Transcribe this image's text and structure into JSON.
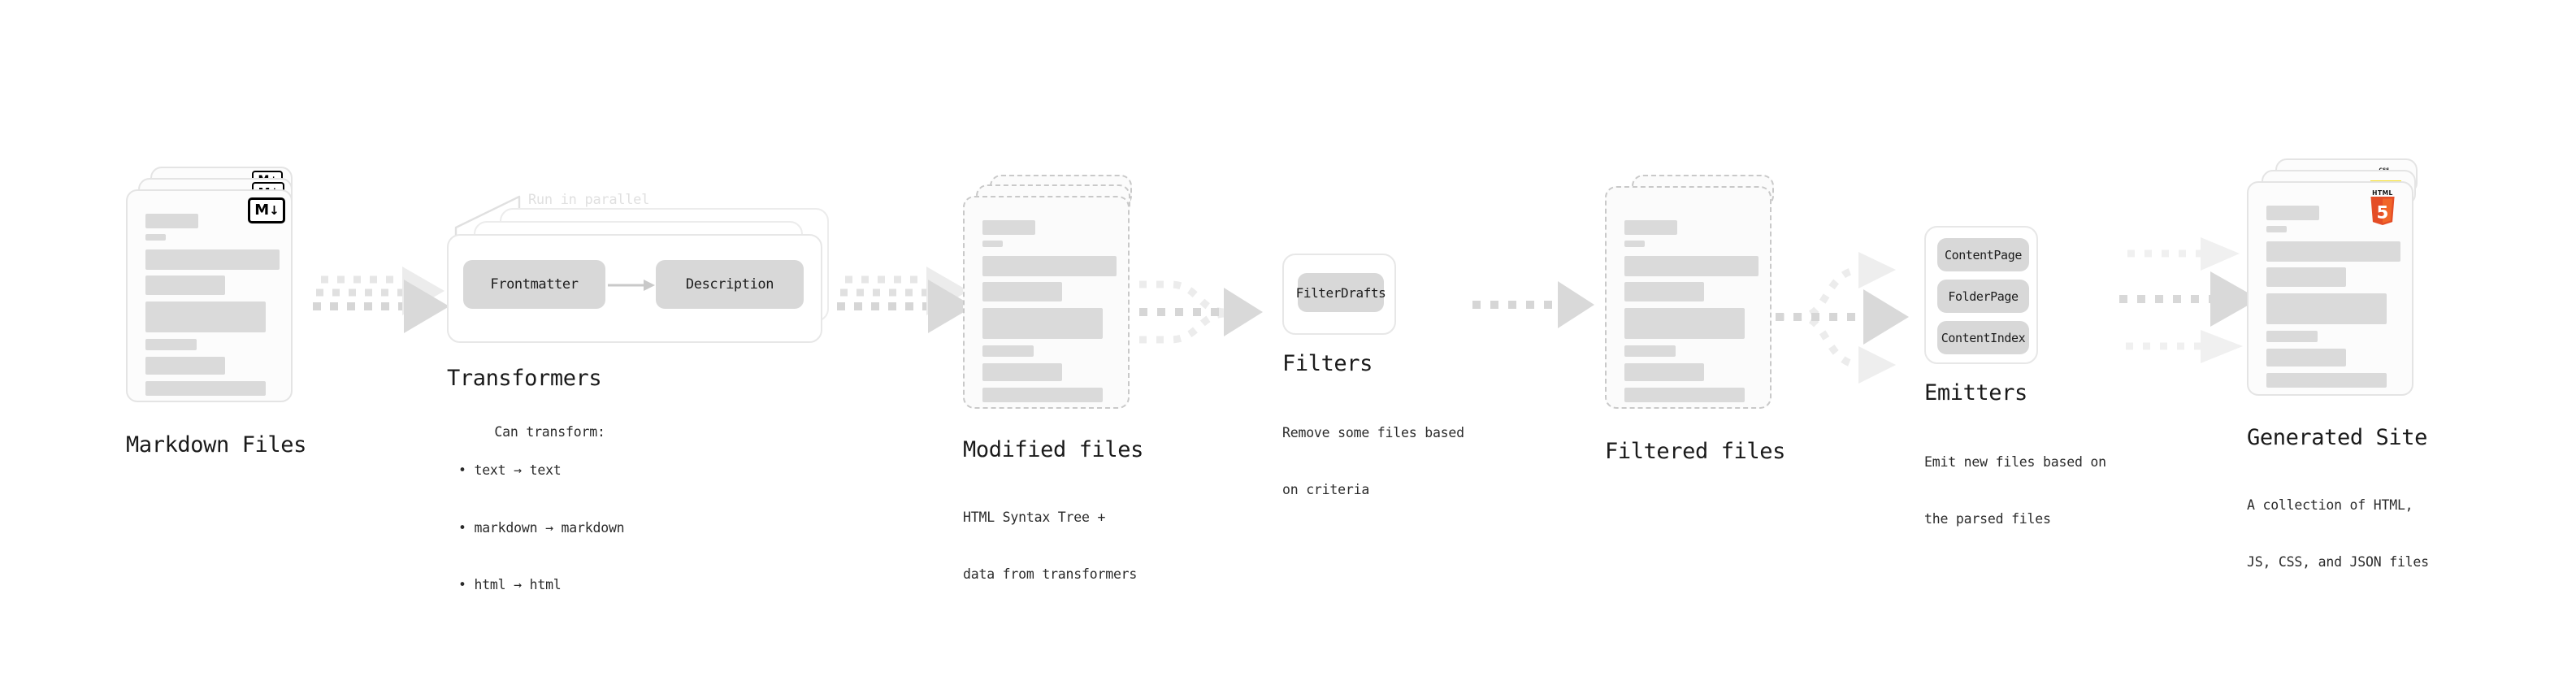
{
  "diagram": {
    "title_font_color": "#1a1a1a",
    "accent_colors": {
      "skeleton": "#dadada",
      "pill": "#d8d8d8",
      "arrow": "#d9d9d9",
      "card_border": "#e4e4e4",
      "dashed_border": "#c9c9c9",
      "html5_orange": "#e44d26",
      "html5_orange_light": "#f16529",
      "css_blue": "#2965f1",
      "js_yellow": "#f7df1e"
    }
  },
  "stages": [
    {
      "id": "markdown-files",
      "title": "Markdown Files",
      "description": "",
      "icon": "markdown-badge",
      "badge_text_m": "M",
      "badge_text_arrow": "↓"
    },
    {
      "id": "transformers",
      "title": "Transformers",
      "description": "Can transform:",
      "parallel_label": "Run in parallel",
      "bullets": [
        "• text → text",
        "• markdown → markdown",
        "• html → html"
      ],
      "pills": [
        "Frontmatter",
        "Description"
      ]
    },
    {
      "id": "modified-files",
      "title": "Modified files",
      "description_lines": [
        "HTML Syntax Tree +",
        "data from transformers"
      ]
    },
    {
      "id": "filters",
      "title": "Filters",
      "description_lines": [
        "Remove some files based",
        "on criteria"
      ],
      "pills": [
        "FilterDrafts"
      ]
    },
    {
      "id": "filtered-files",
      "title": "Filtered files",
      "description_lines": []
    },
    {
      "id": "emitters",
      "title": "Emitters",
      "description_lines": [
        "Emit new files based on",
        "the parsed files"
      ],
      "pills": [
        "ContentPage",
        "FolderPage",
        "ContentIndex"
      ]
    },
    {
      "id": "generated-site",
      "title": "Generated Site",
      "description_lines": [
        "A collection of HTML,",
        "JS, CSS, and JSON files"
      ],
      "icons": [
        "html5-badge",
        "js-badge",
        "css3-badge"
      ],
      "html5_label": "HTML",
      "html5_digit": "5",
      "css3_label": "CSS"
    }
  ],
  "connectors": [
    {
      "id": "arrow-markdown-to-transformers",
      "type": "triple-converge"
    },
    {
      "id": "arrow-transformers-to-modified",
      "type": "triple-converge"
    },
    {
      "id": "arrow-modified-to-filters",
      "type": "converge"
    },
    {
      "id": "arrow-filters-to-filtered",
      "type": "straight"
    },
    {
      "id": "arrow-filtered-to-emitters",
      "type": "branch"
    },
    {
      "id": "arrow-emitters-to-site",
      "type": "triple-parallel"
    }
  ]
}
